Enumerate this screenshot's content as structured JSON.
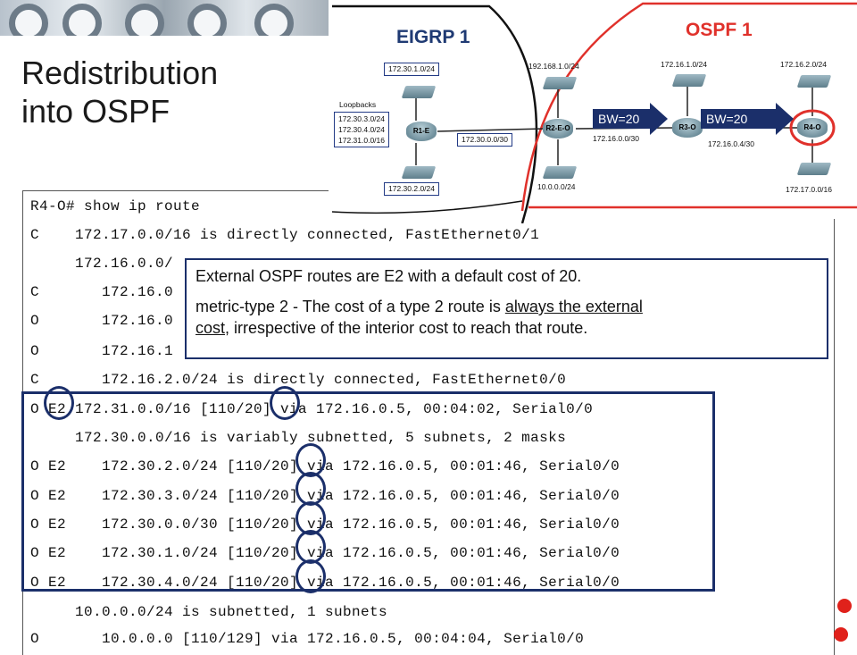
{
  "title": {
    "line1": "Redistribution",
    "line2": "into OSPF"
  },
  "diagram": {
    "eigrp_label": "EIGRP 1",
    "ospf_label": "OSPF 1",
    "loopbacks_label": "Loopbacks",
    "loopbacks": [
      "172.30.3.0/24",
      "172.30.4.0/24",
      "172.31.0.0/16"
    ],
    "networks": {
      "n_172_30_1": "172.30.1.0/24",
      "n_172_30_2": "172.30.2.0/24",
      "n_172_30_0_30": "172.30.0.0/30",
      "n_192_168_1": "192.168.1.0/24",
      "n_10_0_0": "10.0.0.0/24",
      "n_172_16_0_0_30": "172.16.0.0/30",
      "n_172_16_1": "172.16.1.0/24",
      "n_172_16_0_4_30": "172.16.0.4/30",
      "n_172_16_2": "172.16.2.0/24",
      "n_172_17": "172.17.0.0/16"
    },
    "routers": {
      "r1": "R1-E",
      "r2": "R2-E-O",
      "r3": "R3-O",
      "r4": "R4-O"
    },
    "bw1": "BW=20",
    "bw2": "BW=20",
    "colors": {
      "eigrp": "#1f3a73",
      "ospf": "#e0312b",
      "accent": "#1b2f6a"
    }
  },
  "terminal": {
    "lines": [
      "R4-O# show ip route",
      "C    172.17.0.0/16 is directly connected, FastEthernet0/1",
      "     172.16.0.0/",
      "C       172.16.0",
      "O       172.16.0",
      "O       172.16.1",
      "C       172.16.2.0/24 is directly connected, FastEthernet0/0",
      "O E2 172.31.0.0/16 [110/20] via 172.16.0.5, 00:04:02, Serial0/0",
      "     172.30.0.0/16 is variably subnetted, 5 subnets, 2 masks",
      "O E2    172.30.2.0/24 [110/20] via 172.16.0.5, 00:01:46, Serial0/0",
      "O E2    172.30.3.0/24 [110/20] via 172.16.0.5, 00:01:46, Serial0/0",
      "O E2    172.30.0.0/30 [110/20] via 172.16.0.5, 00:01:46, Serial0/0",
      "O E2    172.30.1.0/24 [110/20] via 172.16.0.5, 00:01:46, Serial0/0",
      "O E2    172.30.4.0/24 [110/20] via 172.16.0.5, 00:01:46, Serial0/0",
      "     10.0.0.0/24 is subnetted, 1 subnets",
      "O       10.0.0.0 [110/129] via 172.16.0.5, 00:04:04, Serial0/0"
    ]
  },
  "callout": {
    "line1": "External OSPF routes are E2 with a default cost of 20.",
    "line2_pre": "metric-type 2 - The cost of a type 2 route is ",
    "line2_u1": "always the external",
    "line2_u2": "cost",
    "line2_post": ", irrespective of the interior cost to reach that route."
  }
}
